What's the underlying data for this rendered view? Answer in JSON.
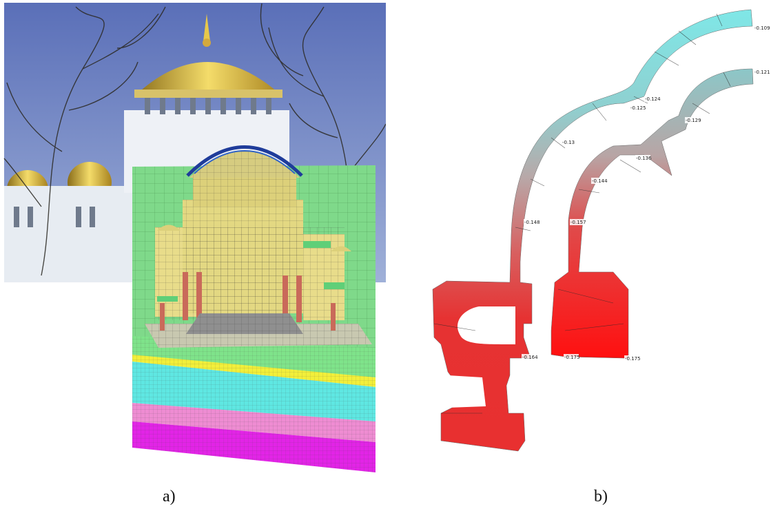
{
  "figure": {
    "panel_a": {
      "caption": "a)",
      "photo": "cathedral-photo",
      "model": "finite-element-model-cutaway",
      "soil_layers": [
        {
          "name": "layer-1",
          "color": "#7fe38a"
        },
        {
          "name": "layer-2",
          "color": "#f2ef3a"
        },
        {
          "name": "layer-3",
          "color": "#5fe7e2"
        },
        {
          "name": "layer-4",
          "color": "#ee8cd2"
        },
        {
          "name": "layer-5",
          "color": "#e224e6"
        }
      ]
    },
    "panel_b": {
      "caption": "b)",
      "gradient": {
        "high": "#7fe7e7",
        "mid": "#b8a8a8",
        "low": "#e63232"
      },
      "labels": [
        "-0.109",
        "-0.121",
        "-0.124",
        "-0.125",
        "-0.129",
        "-0.13",
        "-0.136",
        "-0.144",
        "-0.148",
        "-0.157",
        "-0.164",
        "-0.175",
        "-0.175"
      ]
    }
  }
}
